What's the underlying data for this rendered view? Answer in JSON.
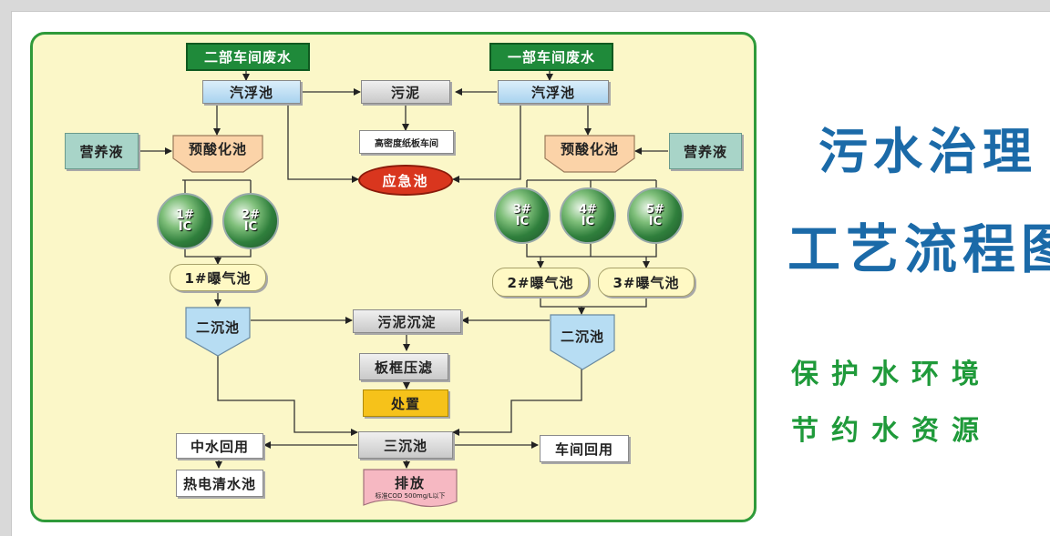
{
  "title": {
    "line1": "污水治理",
    "line2": "工艺流程图"
  },
  "slogan": {
    "line1": "保护水环境",
    "line2": "节约水资源"
  },
  "diagram": {
    "left_source": "二部车间废水",
    "right_source": "一部车间废水",
    "left_float": "汽浮池",
    "right_float": "汽浮池",
    "sludge": "污泥",
    "sludge_dest": "高密度纸板车间",
    "emergency": "应急池",
    "left_nutrient": "营养液",
    "right_nutrient": "营养液",
    "left_preacid": "预酸化池",
    "right_preacid": "预酸化池",
    "ic": [
      {
        "num": "1#",
        "label": "IC"
      },
      {
        "num": "2#",
        "label": "IC"
      },
      {
        "num": "3#",
        "label": "IC"
      },
      {
        "num": "4#",
        "label": "IC"
      },
      {
        "num": "5#",
        "label": "IC"
      }
    ],
    "aeration1": "1#曝气池",
    "aeration2": "2#曝气池",
    "aeration3": "3#曝气池",
    "left_secondary": "二沉池",
    "right_secondary": "二沉池",
    "sludge_settle": "污泥沉淀",
    "filter_press": "板框压滤",
    "disposal": "处置",
    "tertiary": "三沉池",
    "reuse_mid": "中水回用",
    "power_pool": "热电清水池",
    "workshop_reuse": "车间回用",
    "discharge": "排放",
    "discharge_note": "标准COD 500mg/L以下"
  }
}
